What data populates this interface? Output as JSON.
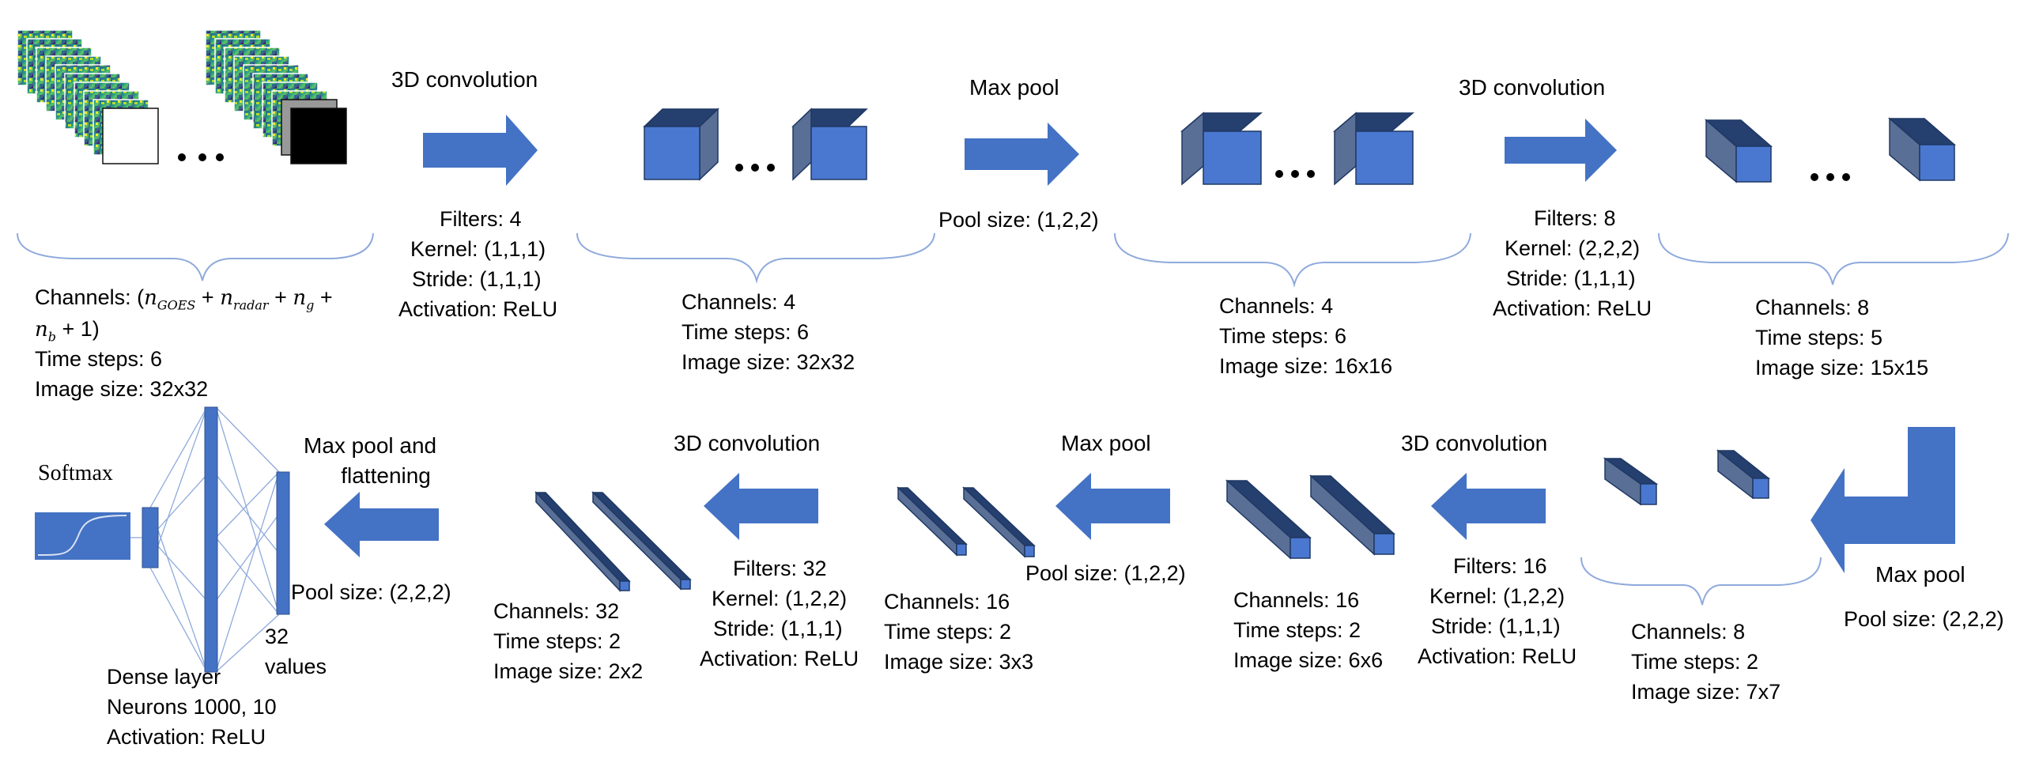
{
  "colors": {
    "arrow": "#4472c4",
    "box_front": "#4a78d0",
    "box_top": "#253f6e",
    "box_side": "#5a6f95",
    "brace": "#8faadc",
    "line": "#8faadc",
    "ellipsis": "#000000"
  },
  "input": {
    "channels_label": "Channels:",
    "channels_formula": [
      "n",
      "GOES",
      "+",
      "n",
      "radar",
      "+",
      "n",
      "g",
      "+",
      "n",
      "b",
      "+ 1)"
    ],
    "time_steps": "Time steps: 6",
    "image_size": "Image size: 32x32"
  },
  "conv1": {
    "title": "3D convolution",
    "filters": "Filters: 4",
    "kernel": "Kernel: (1,1,1)",
    "stride": "Stride: (1,1,1)",
    "activation": "Activation: ReLU"
  },
  "out1": {
    "channels": "Channels: 4",
    "time_steps": "Time steps: 6",
    "image_size": "Image size: 32x32"
  },
  "pool1": {
    "title": "Max pool",
    "pool_size": "Pool size: (1,2,2)"
  },
  "out2": {
    "channels": "Channels: 4",
    "time_steps": "Time steps: 6",
    "image_size": "Image size: 16x16"
  },
  "conv2": {
    "title": "3D convolution",
    "filters": "Filters: 8",
    "kernel": "Kernel: (2,2,2)",
    "stride": "Stride: (1,1,1)",
    "activation": "Activation: ReLU"
  },
  "out3": {
    "channels": "Channels: 8",
    "time_steps": "Time steps: 5",
    "image_size": "Image size: 15x15"
  },
  "pool2": {
    "title": "Max pool",
    "pool_size": "Pool size: (2,2,2)"
  },
  "out4": {
    "channels": "Channels: 8",
    "time_steps": "Time steps: 2",
    "image_size": "Image size: 7x7"
  },
  "conv3": {
    "title": "3D convolution",
    "filters": "Filters: 16",
    "kernel": "Kernel: (1,2,2)",
    "stride": "Stride: (1,1,1)",
    "activation": "Activation: ReLU"
  },
  "out5": {
    "channels": "Channels: 16",
    "time_steps": "Time steps: 2",
    "image_size": "Image size: 6x6"
  },
  "pool3": {
    "title": "Max pool",
    "pool_size": "Pool size: (1,2,2)"
  },
  "out6": {
    "channels": "Channels: 16",
    "time_steps": "Time steps: 2",
    "image_size": "Image size: 3x3"
  },
  "conv4": {
    "title": "3D convolution",
    "filters": "Filters: 32",
    "kernel": "Kernel: (1,2,2)",
    "stride": "Stride: (1,1,1)",
    "activation": "Activation: ReLU"
  },
  "out7": {
    "channels": "Channels: 32",
    "time_steps": "Time steps: 2",
    "image_size": "Image size: 2x2"
  },
  "pool4": {
    "title_line1": "Max pool and",
    "title_line2": "flattening",
    "pool_size": "Pool size: (2,2,2)"
  },
  "flat": {
    "line1": "32",
    "line2": "values"
  },
  "dense": {
    "title": "Dense layer",
    "neurons": "Neurons 1000, 10",
    "activation": "Activation: ReLU"
  },
  "softmax": {
    "label": "Softmax"
  }
}
